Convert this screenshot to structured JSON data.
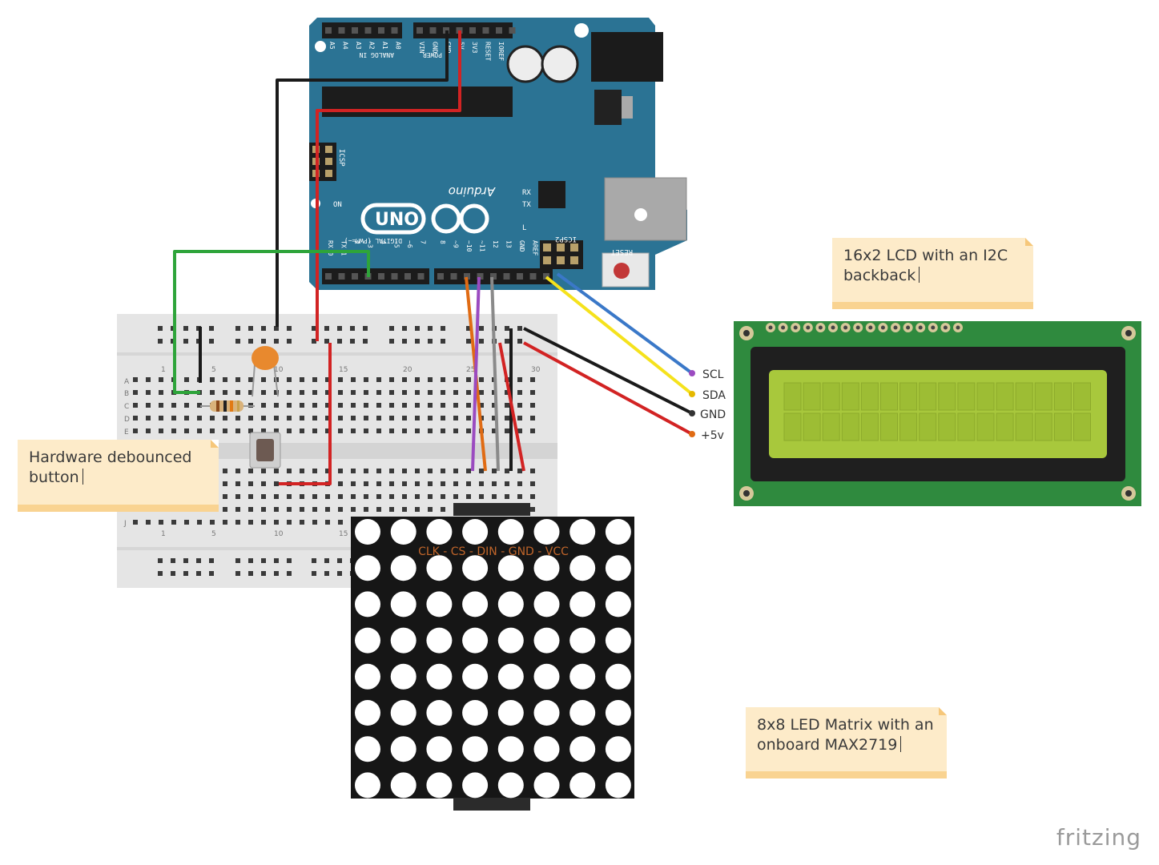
{
  "arduino": {
    "brand": "Arduino",
    "model": "UNO",
    "header_analog": [
      "A5",
      "A4",
      "A3",
      "A2",
      "A1",
      "A0"
    ],
    "analog_title": "ANALOG IN",
    "header_power": [
      "VIN",
      "GND",
      "GND",
      "5V",
      "3V3",
      "RESET",
      "IOREF"
    ],
    "power_title": "POWER",
    "icsp_label": "ICSP",
    "icsp2_label": "ICSP2",
    "leds": [
      "RX",
      "TX",
      "L",
      "ON"
    ],
    "reset_label": "RESET",
    "digital_title": "DIGITAL (PWM=~)",
    "digital_pins": [
      "RX 0",
      "TX 1",
      "2",
      "~3",
      "4",
      "~5",
      "~6",
      "7",
      "8",
      "~9",
      "~10",
      "~11",
      "12",
      "13",
      "GND",
      "AREF"
    ]
  },
  "breadboard": {
    "row_letters": [
      "A",
      "B",
      "C",
      "D",
      "E",
      "J"
    ],
    "column_numbers": [
      "1",
      "5",
      "10",
      "15",
      "20",
      "25",
      "30"
    ]
  },
  "led_matrix": {
    "pin_label": "CLK - CS - DIN - GND - VCC",
    "rows": 8,
    "cols": 8
  },
  "lcd": {
    "columns": 16,
    "rows": 2,
    "wire_labels": [
      "SCL",
      "SDA",
      "GND",
      "+5v"
    ]
  },
  "notes": {
    "button": "Hardware debounced button",
    "lcd": "16x2 LCD with an I2C backback",
    "matrix": "8x8 LED Matrix with an onboard MAX2719"
  },
  "watermark": "fritzing",
  "colors": {
    "arduino_board": "#2b7394",
    "breadboard": "#e4e4e4",
    "lcd_pcb": "#2f8a3e",
    "lcd_screen": "#a8c83c",
    "matrix_body": "#1a1a1a",
    "wire_red": "#d22323",
    "wire_black": "#1a1a1a",
    "wire_green": "#2ea43a",
    "wire_blue": "#3a78c8",
    "wire_yellow": "#f5e21c",
    "wire_orange": "#e06b14",
    "wire_purple": "#9b4bc0",
    "wire_gray": "#8a8a8a",
    "note_bg": "#fdebc9"
  }
}
